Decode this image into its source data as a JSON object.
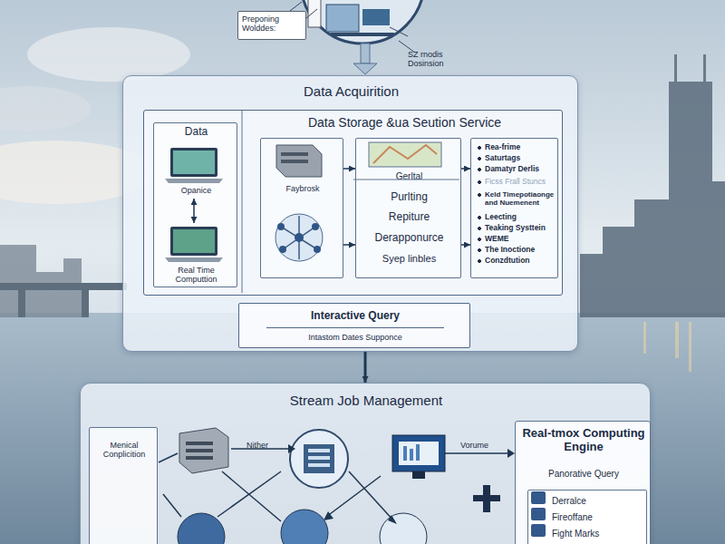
{
  "diagram": {
    "nodes": [
      {
        "text": [
          "Preponing Wolddes:"
        ]
      },
      {
        "text": [
          "Data Acquirition"
        ]
      },
      {
        "text": [
          "Data Storage &ua Seution Service"
        ],
        "in": 1
      },
      {
        "text": [
          "Data"
        ],
        "in": 2
      },
      {
        "text": [
          "Opanice"
        ],
        "in": 3
      },
      {
        "text": [
          "Real Time Computtion"
        ],
        "in": 3
      },
      {
        "text": [
          "Faybrosk"
        ],
        "in": 2
      },
      {
        "text": [
          "Gerltal",
          "Purlting",
          "Repiture",
          "Derapponurce",
          "Syep linbles"
        ],
        "in": 2
      },
      {
        "text": [
          "Rea-frime",
          "Saturtags",
          "Damatyr Derlis",
          "Ficss Frall Stuncs",
          "Keld Timepotiaonge and Nuemenent",
          "Leecting",
          "Teaking Systtein",
          "WEME",
          "The Inoctione",
          "Conzdtution"
        ],
        "in": 2
      },
      {
        "text": [
          "Interactive Query",
          "Intastom Dates Supponce"
        ],
        "in": 1
      },
      {
        "text": [
          "Stream Job Management"
        ]
      },
      {
        "text": [
          "Menical Conplicition"
        ],
        "in": 10
      },
      {
        "text": [
          "Real-tmox Computing Engine",
          "Panorative Query"
        ],
        "in": 10
      },
      {
        "text": [
          "Derralce",
          "Fireoffane",
          "Fight Marks"
        ],
        "in": 12
      }
    ],
    "edges": [
      {
        "from": 4,
        "to": 5,
        "arrow": "both"
      },
      {
        "from": 6,
        "to": 7,
        "arrow": "to"
      },
      {
        "from": 6,
        "to": 7,
        "arrow": "to"
      },
      {
        "from": 7,
        "to": 8,
        "arrow": "to"
      },
      {
        "from": 7,
        "to": 8,
        "arrow": "to"
      },
      {
        "from": 1,
        "to": 10,
        "arrow": "to"
      }
    ],
    "labels": [
      "SZ rnodis Dosinsion",
      "Nither",
      "Vorume"
    ]
  }
}
